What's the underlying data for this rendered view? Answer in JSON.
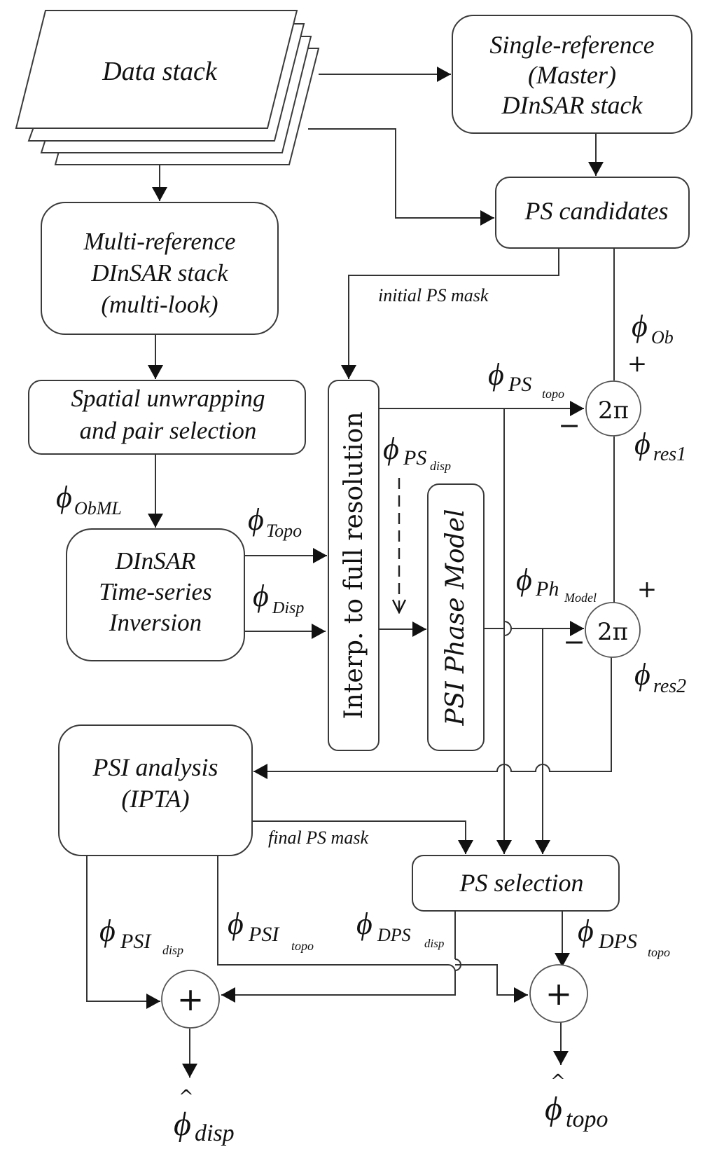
{
  "diagram": {
    "blocks": {
      "data_stack": "Data stack",
      "single_ref": [
        "Single-reference",
        "(Master)",
        "DInSAR stack"
      ],
      "ps_candidates": "PS  candidates",
      "multi_ref": [
        "Multi-reference",
        "DInSAR stack",
        "(multi-look)"
      ],
      "spatial_unwrap": [
        "Spatial unwrapping",
        "and pair selection"
      ],
      "timeseries": [
        "DInSAR",
        "Time-series",
        "Inversion"
      ],
      "interp": "Interp. to full resolution",
      "phase_model": "PSI  Phase  Model",
      "psi_analysis": [
        "PSI analysis",
        "(IPTA)"
      ],
      "ps_selection": "PS selection"
    },
    "nodes": {
      "wrap1": "2π",
      "wrap2": "2π",
      "sum1": "+",
      "sum2": "+"
    },
    "signs": {
      "wrap1_plus": "+",
      "wrap1_minus": "−",
      "wrap2_plus": "+",
      "wrap2_minus": "−"
    },
    "edge_labels": {
      "initial_mask": "initial PS mask",
      "final_mask": "final  PS mask"
    },
    "symbols": {
      "phi": "ϕ",
      "ob": "Ob",
      "ob_ml": "ObML",
      "topo": "Topo",
      "disp": "Disp",
      "ps": "PS",
      "ps_topo_sub": "topo",
      "ps_disp_sub": "disp",
      "res1": "res1",
      "res2": "res2",
      "ph": "Ph",
      "ph_sub": "Model",
      "psi": "PSI",
      "psi_disp_sub": "disp",
      "psi_topo_sub": "topo",
      "dps": "DPS",
      "dps_disp_sub": "disp",
      "dps_topo_sub": "topo",
      "hat": "^",
      "out_disp": "disp",
      "out_topo": "topo"
    }
  }
}
